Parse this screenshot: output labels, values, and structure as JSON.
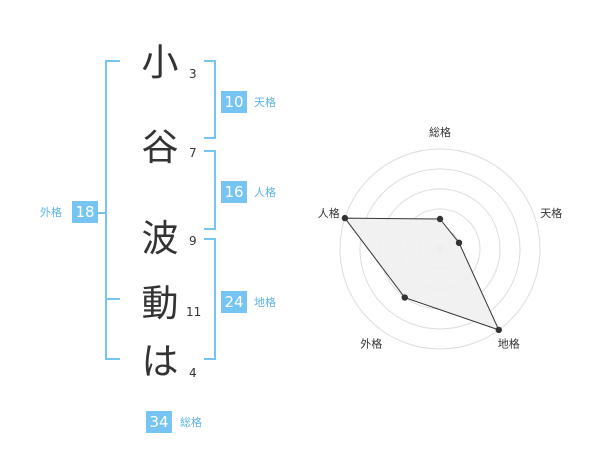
{
  "name": {
    "chars": [
      "小",
      "谷",
      "波",
      "動",
      "は"
    ],
    "strokes": [
      "3",
      "7",
      "9",
      "11",
      "4"
    ]
  },
  "kaku": {
    "tenkaku": {
      "value": "10",
      "label": "天格"
    },
    "jinkaku": {
      "value": "16",
      "label": "人格"
    },
    "chikaku": {
      "value": "24",
      "label": "地格"
    },
    "gaikaku": {
      "value": "18",
      "label": "外格"
    },
    "soukaku": {
      "value": "34",
      "label": "総格"
    }
  },
  "radar": {
    "axes": [
      "総格",
      "天格",
      "地格",
      "外格",
      "人格"
    ],
    "levels": 5,
    "values": [
      0.3,
      0.2,
      1.0,
      0.6,
      1.0
    ],
    "colors": {
      "fill": "#f0f0f0",
      "stroke": "#333333",
      "grid": "#dddddd",
      "center": "#cccccc"
    }
  }
}
